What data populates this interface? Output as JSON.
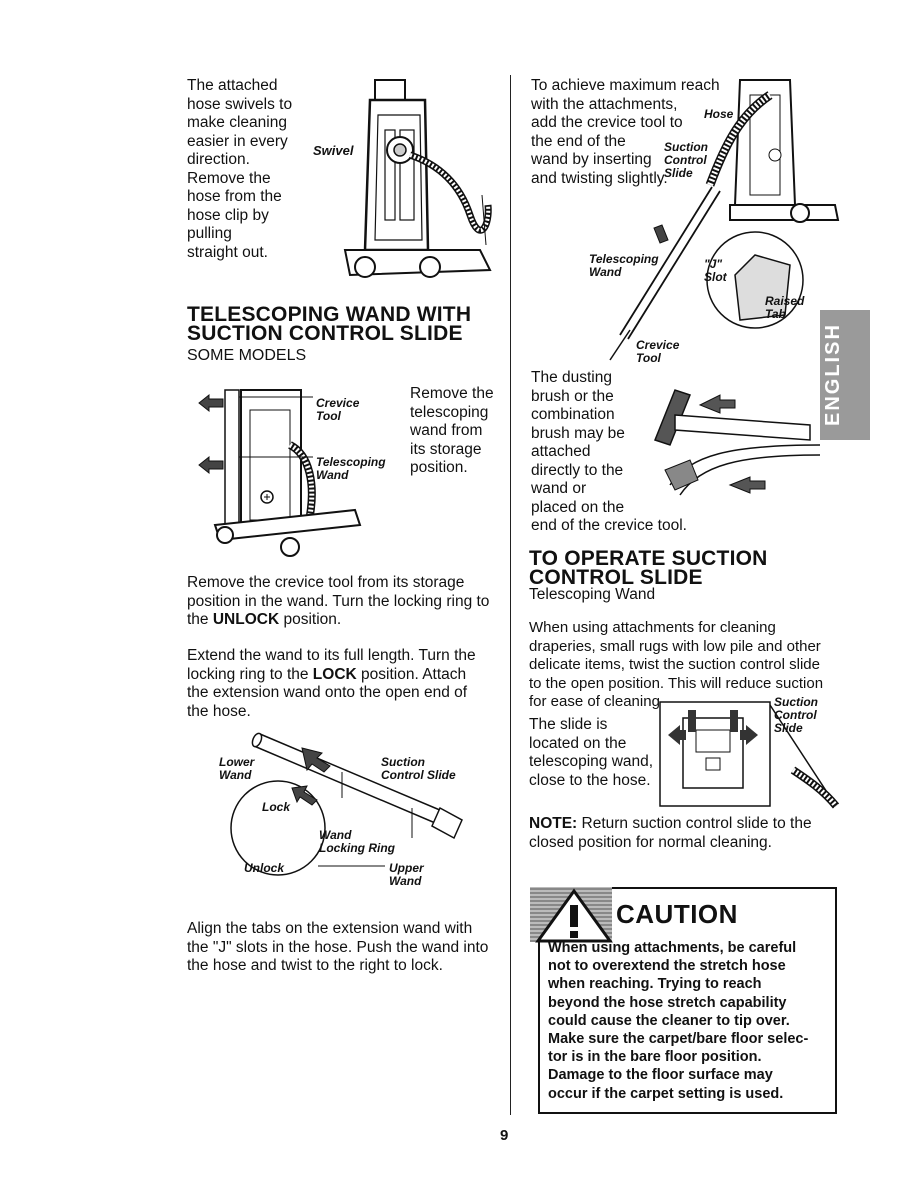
{
  "left_column": {
    "intro": "The attached\nhose swivels to\nmake cleaning\neasier in every\ndirection.\nRemove the\nhose from the\nhose clip by\npulling\nstraight out.",
    "swivel_label": "Swivel",
    "section_heading_1": "TELESCOPING WAND WITH",
    "section_heading_2": "SUCTION CONTROL SLIDE",
    "section_subhead": "SOME MODELS",
    "remove_wand": "Remove the\ntelescoping\nwand from\nits storage\nposition.",
    "crevice_label": "Crevice\nTool",
    "telescoping_label": "Telescoping\nWand",
    "para_remove_crevice": "Remove the crevice tool from its storage\nposition in the wand. Turn the locking ring to\nthe ",
    "unlock_bold": "UNLOCK",
    "para_remove_crevice_end": " position.",
    "para_extend_1": "Extend the wand to its full length. Turn the\nlocking ring to the ",
    "lock_bold": "LOCK",
    "para_extend_2": " position. Attach\nthe extension wand onto the open end of\nthe hose.",
    "diagram_labels": {
      "lower_wand": "Lower\nWand",
      "suction_control_slide": "Suction\nControl Slide",
      "lock": "Lock",
      "wand_locking_ring": "Wand\nLocking Ring",
      "unlock": "Unlock",
      "upper_wand": "Upper\nWand"
    },
    "para_align": "Align the tabs on the extension wand with\nthe \"J\" slots in the hose. Push the wand into\nthe hose and twist to the right to lock."
  },
  "right_column": {
    "reach": "To achieve maximum reach\nwith the attachments,\nadd the crevice tool to\nthe end of the\nwand by inserting\nand twisting slightly.",
    "labels": {
      "hose": "Hose",
      "suction_control_slide": "Suction\nControl\nSlide",
      "telescoping_wand": "Telescoping\nWand",
      "j_slot": "\"J\"\nSlot",
      "raised_tab": "Raised\nTab",
      "crevice_tool": "Crevice\nTool",
      "suction_control_slide_2": "Suction\nControl\nSlide"
    },
    "dusting": "The dusting\nbrush or the\ncombination\nbrush may be\nattached\ndirectly to the\nwand or\nplaced on the\nend of the crevice tool.",
    "heading_1": "TO OPERATE SUCTION",
    "heading_2": "CONTROL SLIDE",
    "subhead": "Telescoping Wand",
    "para_attachments": "When using attachments for cleaning\ndraperies, small rugs with low pile and other\ndelicate items, twist the suction control slide\nto the open position. This will reduce suction\nfor ease of cleaning.",
    "slide_located": "The slide is\nlocated on the\ntelescoping wand,\nclose to the hose.",
    "note_bold": "NOTE:",
    "note_text": " Return suction control slide to the\nclosed position for normal cleaning.",
    "caution_title": "CAUTION",
    "caution_body": "When using attachments, be careful\nnot to overextend the stretch hose\nwhen reaching. Trying to reach\nbeyond the hose stretch capability\ncould cause the cleaner to tip over.\nMake sure the carpet/bare floor selec-\ntor is in the bare floor position.\nDamage to the floor surface may\noccur if the carpet setting is used."
  },
  "side_tab": "ENGLISH",
  "page_number": "9"
}
